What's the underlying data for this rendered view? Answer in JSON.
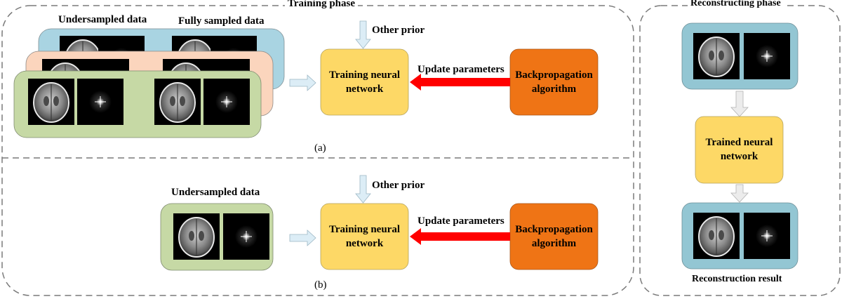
{
  "training": {
    "phase_title": "Training phase",
    "top": {
      "undersampled_label": "Undersampled data",
      "fully_sampled_label": "Fully sampled data",
      "other_prior": "Other prior",
      "training_box": "Training neural network",
      "update_parameters": "Update parameters",
      "backprop_box": "Backpropagation algorithm",
      "panel_label": "(a)"
    },
    "bottom": {
      "undersampled_label": "Undersampled data",
      "other_prior": "Other prior",
      "training_box": "Training neural network",
      "update_parameters": "Update parameters",
      "backprop_box": "Backpropagation algorithm",
      "panel_label": "(b)"
    }
  },
  "reconstruction": {
    "phase_title": "Reconstructing phase",
    "trained_box": "Trained neural network",
    "result_label": "Reconstruction result"
  },
  "colors": {
    "blue_panel": "#a9d4e2",
    "peach_panel": "#fbd5bd",
    "green_panel": "#c6d9a5",
    "teal_panel": "#93c6d3",
    "yellow_box": "#fdd866",
    "orange_box": "#ef7415",
    "red_arrow": "#ff0000",
    "light_arrow": "#dcedf6",
    "gray_arrow": "#ececec"
  }
}
